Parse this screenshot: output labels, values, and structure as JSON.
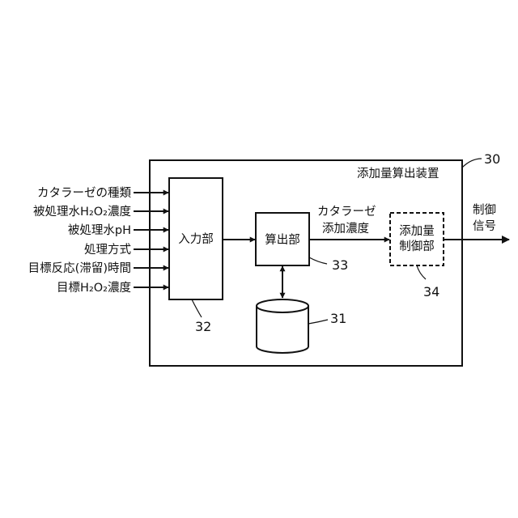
{
  "device": {
    "label": "添加量算出装置",
    "ref": "30"
  },
  "inputs": [
    {
      "label": "カタラーゼの種類"
    },
    {
      "label": "被処理水H₂O₂濃度"
    },
    {
      "label": "被処理水pH"
    },
    {
      "label": "処理方式"
    },
    {
      "label": "目標反応(滞留)時間"
    },
    {
      "label": "目標H₂O₂濃度"
    }
  ],
  "input_unit": {
    "label": "入力部",
    "ref": "32"
  },
  "calc_unit": {
    "label": "算出部",
    "ref": "33"
  },
  "storage": {
    "ref": "31"
  },
  "flow_label": {
    "line1": "カタラーゼ",
    "line2": "添加濃度"
  },
  "control_unit": {
    "line1": "添加量",
    "line2": "制御部",
    "ref": "34"
  },
  "output": {
    "line1": "制御",
    "line2": "信号"
  }
}
